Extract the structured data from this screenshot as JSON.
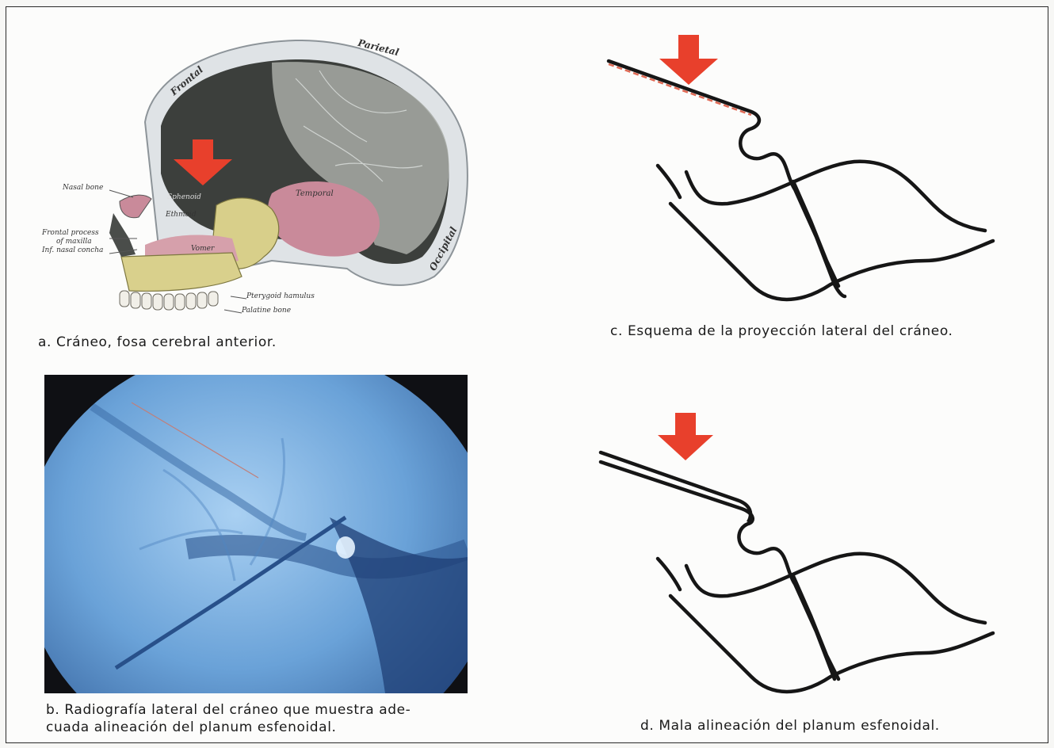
{
  "figures": {
    "a": {
      "caption": "a. Cráneo, fosa cerebral anterior.",
      "labels": {
        "frontal": "Frontal",
        "parietal": "Parietal",
        "occipital": "Occipital",
        "temporal": "Temporal",
        "ethmoid": "Ethmoid",
        "sphenoid": "Sphenoid",
        "vomer": "Vomer",
        "nasal_bone": "Nasal bone",
        "frontal_process": "Frontal process",
        "of_maxilla": "of maxilla",
        "inf_nasal_concha": "Inf. nasal concha",
        "pterygoid_hamulus": "Pterygoid hamulus",
        "palatine_bone": "Palatine bone"
      }
    },
    "b": {
      "caption_line1": "b. Radiografía lateral del cráneo que muestra ade-",
      "caption_line2": "cuada alineación del planum esfenoidal."
    },
    "c": {
      "caption": "c. Esquema de la proyección lateral del cráneo."
    },
    "d": {
      "caption": "d. Mala alineación del planum esfenoidal."
    }
  },
  "colors": {
    "arrow": "#e8402c",
    "outline": "#161616",
    "xray": "#6aa2d8",
    "skull_dark": "#3c3f3c",
    "bone_gray": "#a8aca6",
    "pink": "#c98a9a",
    "yellow": "#d8cf8a"
  }
}
